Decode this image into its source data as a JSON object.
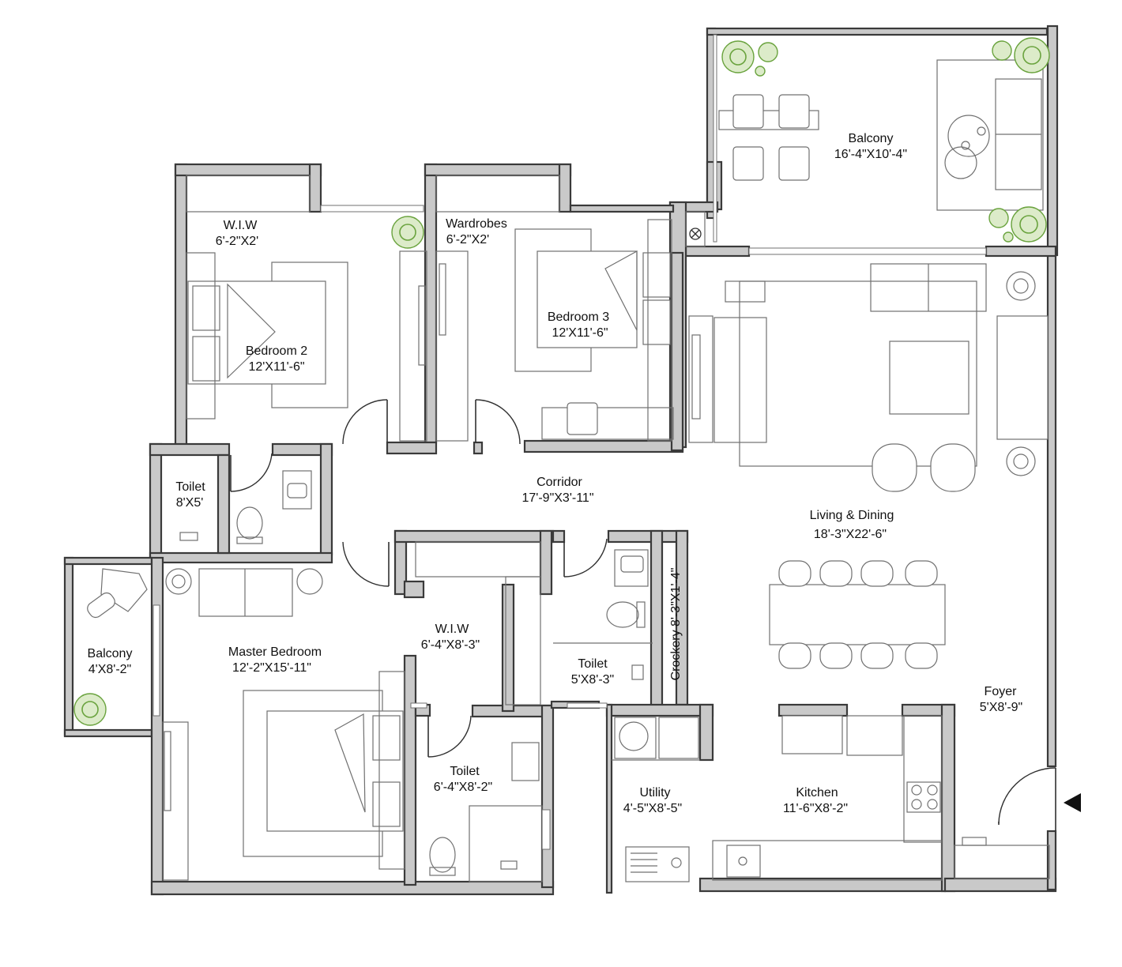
{
  "rooms": {
    "balcony_top": {
      "name": "Balcony",
      "size": "16'-4\"X10'-4\""
    },
    "wiw_top": {
      "name": "W.I.W",
      "size": "6'-2\"X2'"
    },
    "wardrobes": {
      "name": "Wardrobes",
      "size": "6'-2\"X2'"
    },
    "bedroom2": {
      "name": "Bedroom 2",
      "size": "12'X11'-6\""
    },
    "bedroom3": {
      "name": "Bedroom 3",
      "size": "12'X11'-6\""
    },
    "toilet_small": {
      "name": "Toilet",
      "size": "8'X5'"
    },
    "corridor": {
      "name": "Corridor",
      "size": "17'-9\"X3'-11\""
    },
    "living_dining": {
      "name": "Living & Dining",
      "size": "18'-3\"X22'-6\""
    },
    "crockery": {
      "name": "Crockery 8'-3\"X1'-4\""
    },
    "balcony_left": {
      "name": "Balcony",
      "size": "4'X8'-2\""
    },
    "master_bedroom": {
      "name": "Master Bedroom",
      "size": "12'-2\"X15'-11\""
    },
    "wiw_master": {
      "name": "W.I.W",
      "size": "6'-4\"X8'-3\""
    },
    "toilet_mid": {
      "name": "Toilet",
      "size": "5'X8'-3\""
    },
    "foyer": {
      "name": "Foyer",
      "size": "5'X8'-9\""
    },
    "toilet_master": {
      "name": "Toilet",
      "size": "6'-4\"X8'-2\""
    },
    "utility": {
      "name": "Utility",
      "size": "4'-5\"X8'-5\""
    },
    "kitchen": {
      "name": "Kitchen",
      "size": "11'-6\"X8'-2\""
    }
  },
  "icons": [
    "entry-arrow-icon",
    "plant-icon",
    "shaft-icon"
  ],
  "colors": {
    "wall": "#c9c9c9",
    "wall_outline": "#3a3a3a",
    "furniture": "#707070",
    "plant": "#6aa33e"
  }
}
